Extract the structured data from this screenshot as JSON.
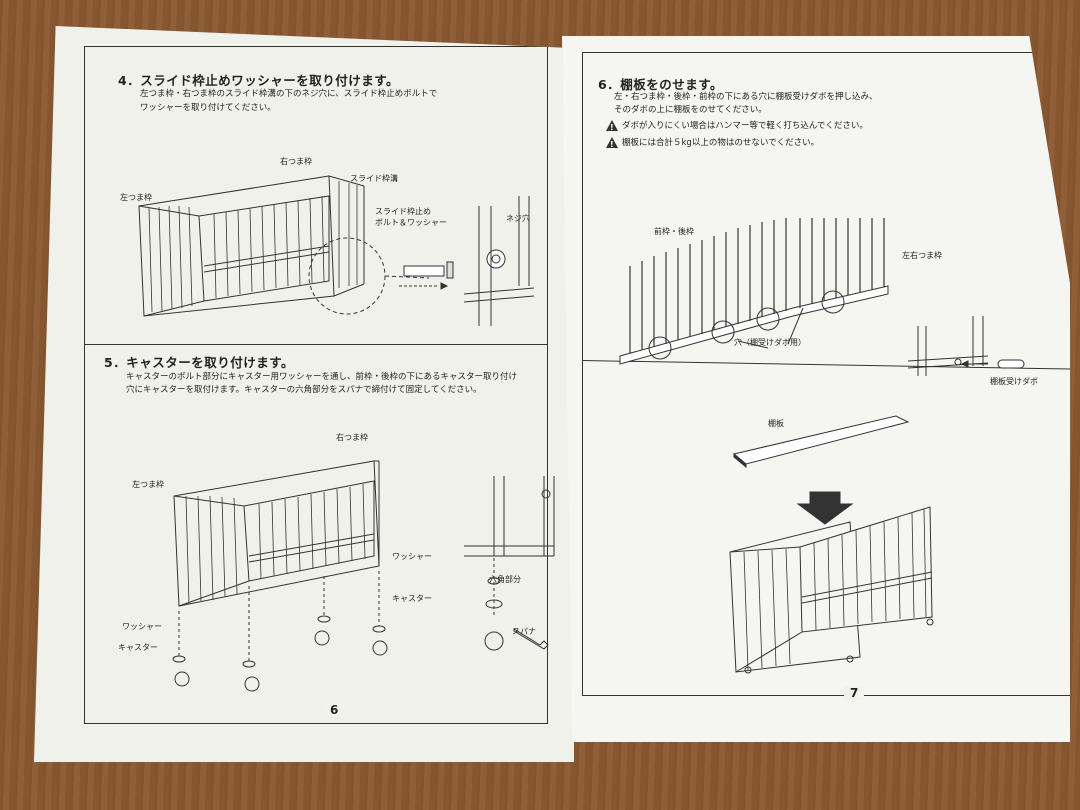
{
  "left_page": {
    "step4": {
      "heading": "4．スライド枠止めワッシャーを取り付けます。",
      "line1": "左つま枠・右つま枠のスライド枠溝の下のネジ穴に、スライド枠止めボルトで",
      "line2": "ワッシャーを取り付けてください。",
      "labels": {
        "right_end": "右つま枠",
        "left_end": "左つま枠",
        "slide_groove": "スライド枠溝",
        "bolt_washer_1": "スライド枠止め",
        "bolt_washer_2": "ボルト＆ワッシャー",
        "screw_hole": "ネジ穴"
      }
    },
    "step5": {
      "heading": "5．キャスターを取り付けます。",
      "line1": "キャスターのボルト部分にキャスター用ワッシャーを通し、前枠・後枠の下にあるキャスター取り付け",
      "line2": "穴にキャスターを取付けます。キャスターの六角部分をスパナで締付けて固定してください。",
      "labels": {
        "right_end": "右つま枠",
        "left_end": "左つま枠",
        "washer": "ワッシャー",
        "caster": "キャスター",
        "washer_detail": "ワッシャー",
        "hex_part": "六角部分",
        "caster_detail": "キャスター",
        "spanner": "スパナ"
      }
    },
    "page_number": "6"
  },
  "right_page": {
    "step6": {
      "heading": "6．棚板をのせます。",
      "line1": "左・右つま枠・後枠・前枠の下にある穴に棚板受けダボを押し込み、",
      "line2": "そのダボの上に棚板をのせてください。",
      "warning1": "ダボが入りにくい場合はハンマー等で軽く打ち込んでください。",
      "warning2": "棚板には合計５kg以上の物はのせないでください。",
      "labels": {
        "front_back": "前枠・後枠",
        "left_right_end": "左右つま枠",
        "hole": "穴（棚受けダボ用）",
        "dowel": "棚板受けダボ",
        "shelf": "棚板"
      }
    },
    "page_number": "7"
  }
}
